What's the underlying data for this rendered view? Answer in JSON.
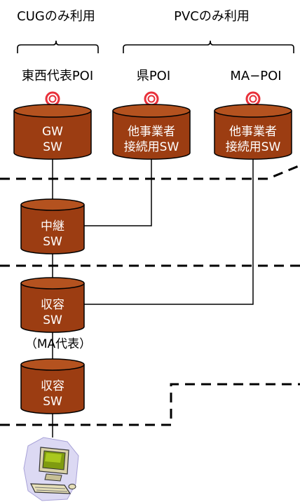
{
  "groups": {
    "cug_only": "CUGのみ利用",
    "pvc_only": "PVCのみ利用"
  },
  "poi_labels": {
    "east_west": "東西代表POI",
    "prefecture": "県POI",
    "ma": "MA−POI"
  },
  "switches": {
    "gw": [
      "GW",
      "SW"
    ],
    "other_carrier_1": [
      "他事業者",
      "接続用SW"
    ],
    "other_carrier_2": [
      "他事業者",
      "接続用SW"
    ],
    "relay": [
      "中継",
      "SW"
    ],
    "accommodation_1": [
      "収容",
      "SW"
    ],
    "accommodation_2": [
      "収容",
      "SW"
    ]
  },
  "ma_representative": "（MA代表）",
  "colors": {
    "cylinder_fill": "#9c3d12",
    "cylinder_top": "#b4521f",
    "cylinder_stroke": "#000000",
    "poi_ring": "#e8303a",
    "line": "#000000"
  },
  "icons": {
    "poi": "target-icon",
    "terminal": "computer-icon"
  }
}
